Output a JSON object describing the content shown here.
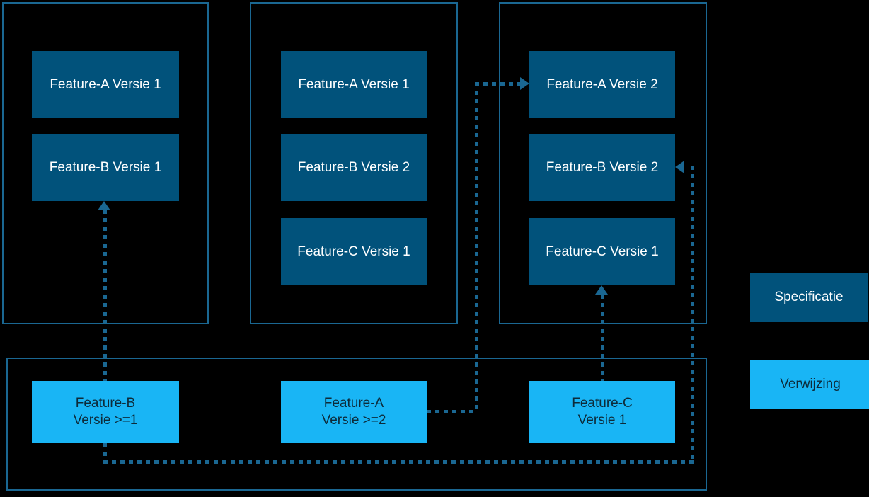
{
  "diagram": {
    "background_color": "#000000",
    "spec_color": "#01527b",
    "ref_color": "#19b5f5",
    "connector_color": "#1a6792",
    "group_border_color": "#1a6792"
  },
  "groups": [
    {
      "name": "group-left"
    },
    {
      "name": "group-middle"
    },
    {
      "name": "group-right"
    },
    {
      "name": "group-bottom"
    }
  ],
  "spec_nodes": [
    {
      "label": "Feature-A Versie 1"
    },
    {
      "label": "Feature-B Versie 1"
    },
    {
      "label": "Feature-A Versie 1"
    },
    {
      "label": "Feature-B Versie 2"
    },
    {
      "label": "Feature-C Versie 1"
    },
    {
      "label": "Feature-A Versie 2"
    },
    {
      "label": "Feature-B Versie 2"
    },
    {
      "label": "Feature-C Versie 1"
    }
  ],
  "ref_nodes": [
    {
      "label": "Feature-B\nVersie >=1"
    },
    {
      "label": "Feature-A\nVersie >=2"
    },
    {
      "label": "Feature-C\nVersie 1"
    }
  ],
  "legend": [
    {
      "label": "Specificatie",
      "type": "spec"
    },
    {
      "label": "Verwijzing",
      "type": "ref"
    }
  ],
  "connectors": [
    {
      "name": "featureB-ref-to-featureB-v1",
      "from": "Feature-B Versie >=1",
      "to": "Feature-B Versie 1",
      "arrow": "up"
    },
    {
      "name": "featureA-ref-to-featureA-v2",
      "from": "Feature-A Versie >=2",
      "to": "Feature-A Versie 2",
      "arrow": "right"
    },
    {
      "name": "featureC-ref-to-featureC-v1",
      "from": "Feature-C Versie 1",
      "to": "Feature-C Versie 1",
      "arrow": "up"
    },
    {
      "name": "featureB-ref-to-featureB-v2",
      "from": "Feature-B Versie >=1",
      "to": "Feature-B Versie 2",
      "arrow": "left"
    }
  ]
}
